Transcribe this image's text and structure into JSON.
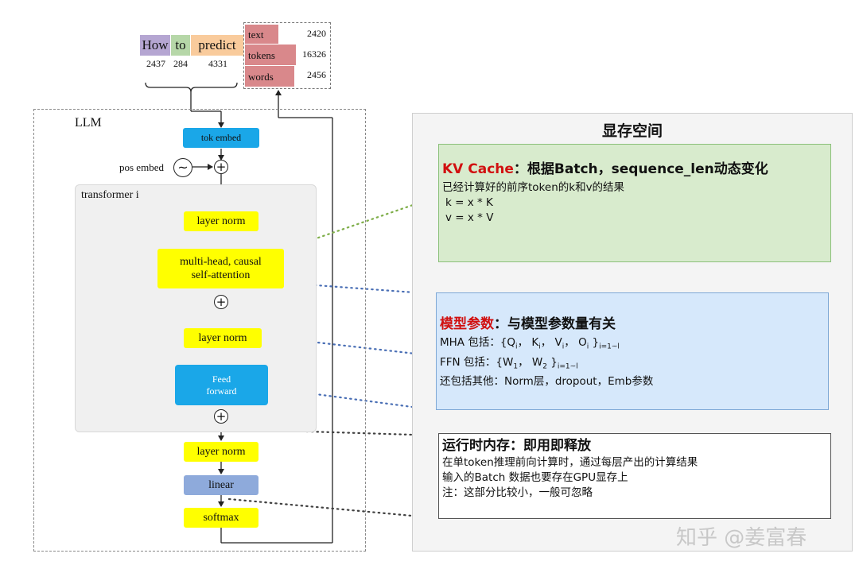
{
  "tokens": [
    {
      "text": "How",
      "count": "2437",
      "color": "#b5a6d2"
    },
    {
      "text": "to",
      "count": "284",
      "color": "#b6d7a8"
    },
    {
      "text": "predict",
      "count": "4331",
      "color": "#f9cb9c"
    }
  ],
  "stats": [
    {
      "label": "text",
      "value": "2420"
    },
    {
      "label": "tokens",
      "value": "16326"
    },
    {
      "label": "words",
      "value": "2456"
    }
  ],
  "llm": {
    "label": "LLM",
    "tok_embed": "tok embed",
    "pos_embed": "pos embed",
    "wave_symbol": "~",
    "plus_symbol": "+",
    "transformer_label": "transformer i",
    "layer_norm_1": "layer norm",
    "attention_line1": "multi-head, causal",
    "attention_line2": "self-attention",
    "layer_norm_2": "layer norm",
    "ff_line1": "Feed",
    "ff_line2": "forward",
    "layer_norm_final": "layer norm",
    "linear": "linear",
    "softmax": "softmax"
  },
  "memory": {
    "title": "显存空间",
    "kv": {
      "heading_red": "KV Cache",
      "heading_rest": "：根据Batch，sequence_len动态变化",
      "line1": "已经计算好的前序token的k和v的结果",
      "line2": "k = x * K",
      "line3": "v = x * V"
    },
    "params": {
      "heading_red": "模型参数",
      "heading_rest": "：与模型参数量有关",
      "mha_prefix": "MHA 包括：{Q",
      "mha_q_sub": "i",
      "mha_k": "，  K",
      "mha_k_sub": "i",
      "mha_v": "，  V",
      "mha_v_sub": "i",
      "mha_o": "，  O",
      "mha_o_sub": "i",
      "mha_close": " }",
      "mha_range": "i=1~l",
      "ffn_prefix": "FFN 包括：{W",
      "ffn_w1_sub": "1",
      "ffn_w2": "，  W",
      "ffn_w2_sub": "2",
      "ffn_close": " }",
      "ffn_range": "i=1~l",
      "other": "还包括其他：Norm层，dropout，Emb参数"
    },
    "runtime": {
      "heading": "运行时内存：即用即释放",
      "line1": "在单token推理前向计算时，通过每层产出的计算结果",
      "line2": "输入的Batch 数据也要存在GPU显存上",
      "line3": "注：这部分比较小，一般可忽略"
    }
  },
  "watermark": "知乎 @姜富春",
  "colors": {
    "yellow_block": "#ffff00",
    "blue_block": "#1aa7e8",
    "tok_embed": "#1aa7e8",
    "linear": "#8eaadb",
    "stats_bg": "#d9888b",
    "kv_bg": "#d8ebcd",
    "kv_border": "#8bc07a",
    "params_bg": "#d6e8fb",
    "params_border": "#7ea8d6",
    "red_heading": "#d11010",
    "dotted_green": "#7fae4a",
    "dotted_blue": "#4a6fb5",
    "dotted_dark": "#404040"
  }
}
